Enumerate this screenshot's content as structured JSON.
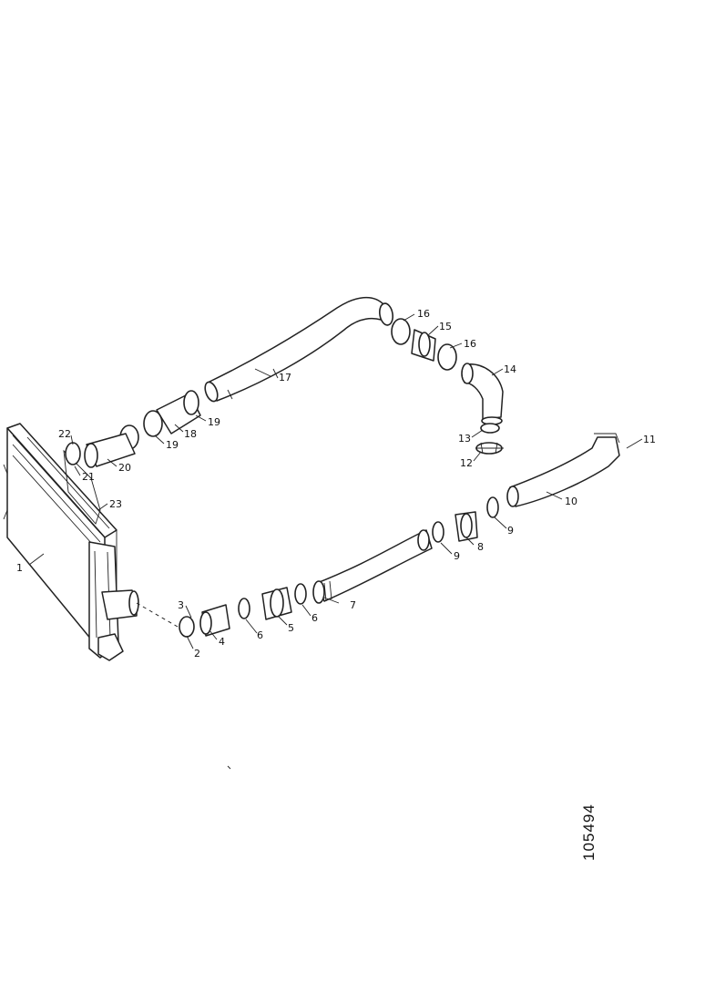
{
  "diagram": {
    "reference_number": "105494",
    "callouts": [
      "1",
      "2",
      "3",
      "4",
      "5",
      "6",
      "6",
      "7",
      "8",
      "9",
      "9",
      "10",
      "11",
      "12",
      "13",
      "14",
      "15",
      "16",
      "16",
      "17",
      "18",
      "19",
      "19",
      "20",
      "21",
      "22",
      "23"
    ]
  }
}
